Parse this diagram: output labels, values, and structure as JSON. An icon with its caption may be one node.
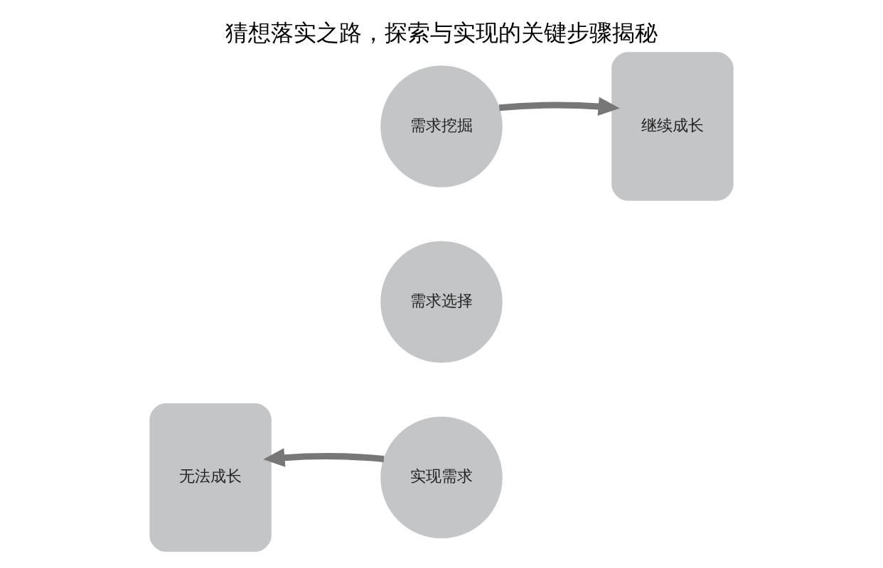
{
  "diagram": {
    "title": "猜想落实之路，探索与实现的关键步骤揭秘",
    "nodes": [
      {
        "text": [
          "需求挖掘"
        ]
      },
      {
        "text": [
          "继续成长"
        ]
      },
      {
        "text": [
          "需求选择"
        ]
      },
      {
        "text": [
          "无法成长"
        ]
      },
      {
        "text": [
          "实现需求"
        ]
      }
    ],
    "edges": [
      {
        "from": 0,
        "to": 1,
        "arrow": "to"
      },
      {
        "from": 4,
        "to": 3,
        "arrow": "to"
      }
    ]
  }
}
